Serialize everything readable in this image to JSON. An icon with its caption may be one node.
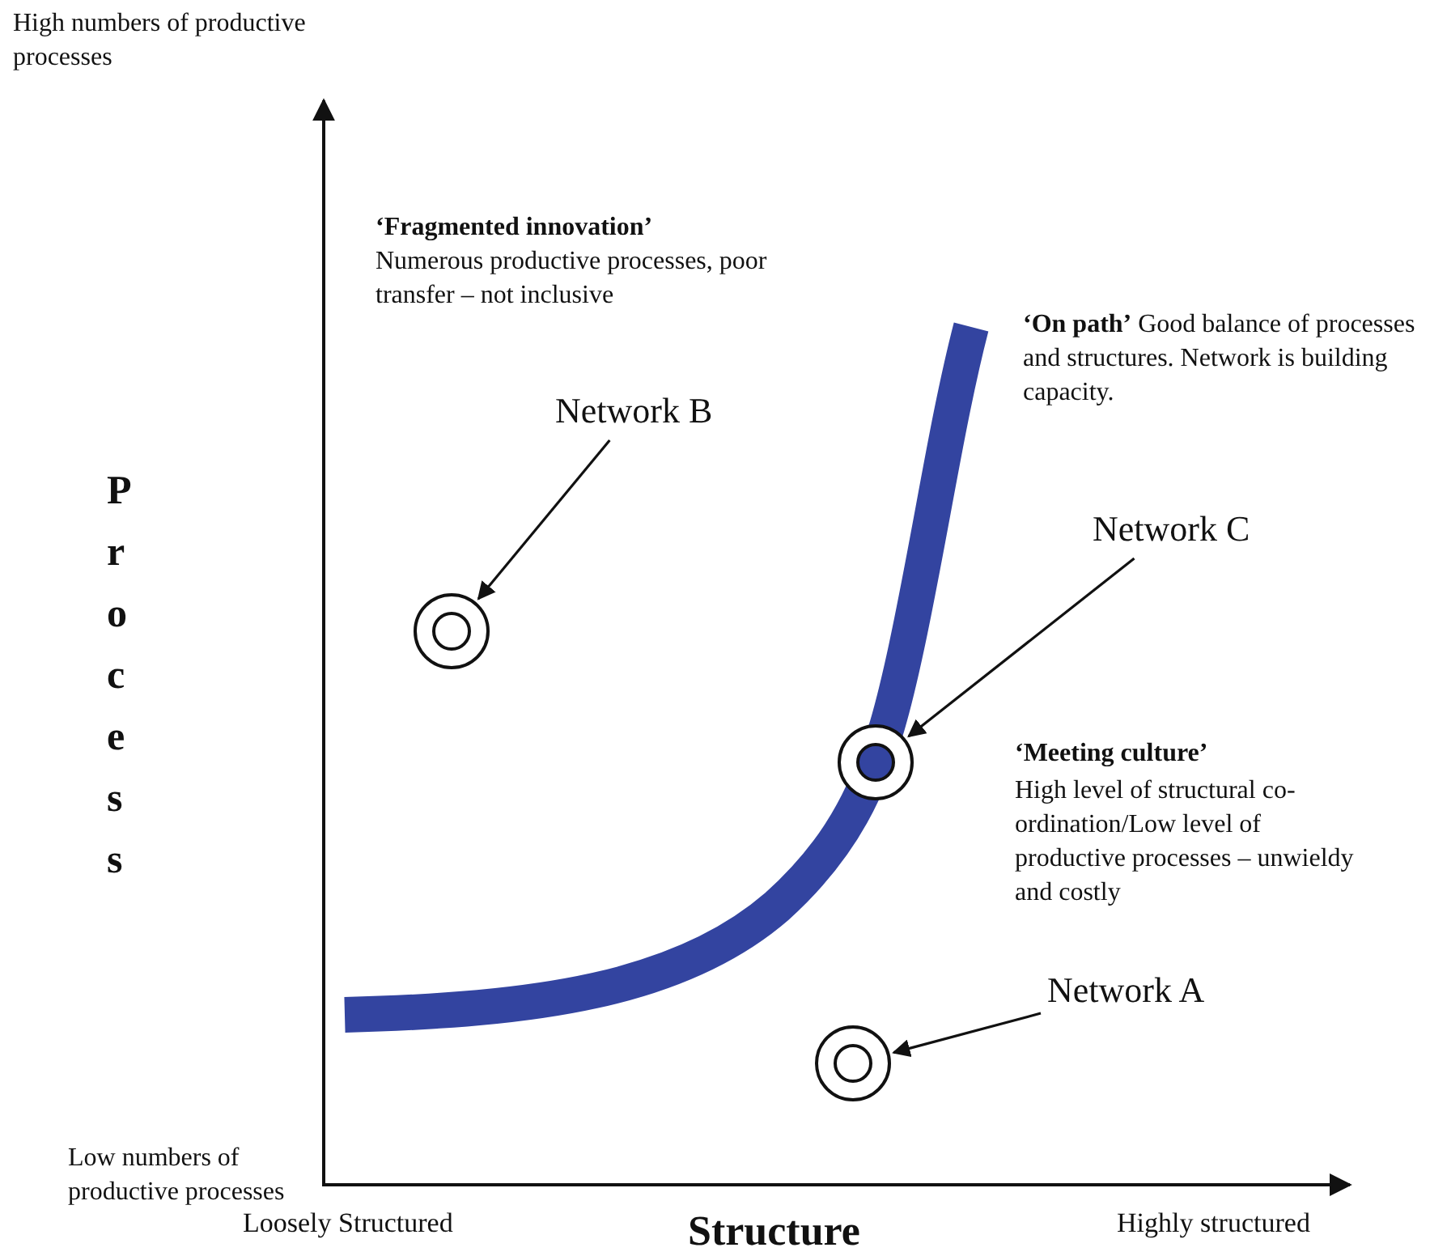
{
  "diagram": {
    "nodes": [
      {
        "text": [
          "Network B"
        ]
      },
      {
        "text": [],
        "shape": "circle"
      },
      {
        "text": [
          "Network C"
        ]
      },
      {
        "text": [],
        "shape": "circle"
      },
      {
        "text": [
          "Network A"
        ]
      },
      {
        "text": [],
        "shape": "circle"
      }
    ],
    "edges": [
      {
        "from": 0,
        "to": 1,
        "arrow": "to"
      },
      {
        "from": 2,
        "to": 3,
        "arrow": "to"
      },
      {
        "from": 4,
        "to": 5,
        "arrow": "to"
      }
    ],
    "labels": [
      "High numbers of productive processes",
      "‘Fragmented innovation’",
      "Numerous productive processes, poor transfer – not inclusive",
      "**‘On path’** Good balance of processes and structures. Network is building capacity.",
      "Process",
      "‘Meeting culture’",
      "High level of structural co-ordination/Low level of productive processes – unwieldy and costly",
      "Low numbers of productive processes",
      "Loosely Structured",
      "Structure",
      "Highly structured"
    ]
  }
}
